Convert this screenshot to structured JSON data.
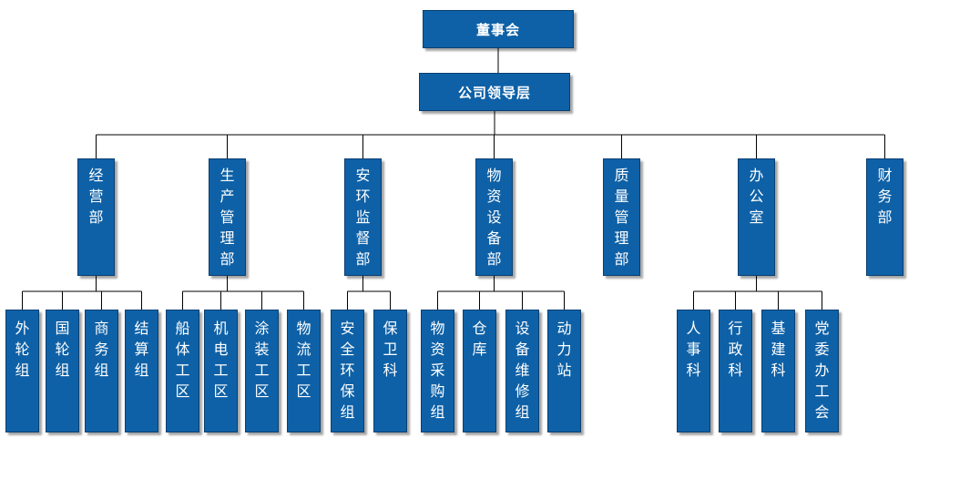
{
  "nodes": [
    {
      "id": "board",
      "label": "董事会"
    },
    {
      "id": "leadership",
      "label": "公司领导层"
    },
    {
      "id": "d1",
      "label": "经营部"
    },
    {
      "id": "d2",
      "label": "生产管理部"
    },
    {
      "id": "d3",
      "label": "安环监督部"
    },
    {
      "id": "d4",
      "label": "物资设备部"
    },
    {
      "id": "d5",
      "label": "质量管理部"
    },
    {
      "id": "d6",
      "label": "办公室"
    },
    {
      "id": "d7",
      "label": "财务部"
    },
    {
      "id": "s1",
      "label": "外轮组"
    },
    {
      "id": "s2",
      "label": "国轮组"
    },
    {
      "id": "s3",
      "label": "商务组"
    },
    {
      "id": "s4",
      "label": "结算组"
    },
    {
      "id": "s5",
      "label": "船体工区"
    },
    {
      "id": "s6",
      "label": "机电工区"
    },
    {
      "id": "s7",
      "label": "涂装工区"
    },
    {
      "id": "s8",
      "label": "物流工区"
    },
    {
      "id": "s9",
      "label": "安全环保组"
    },
    {
      "id": "s10",
      "label": "保卫科"
    },
    {
      "id": "s11",
      "label": "物资采购组"
    },
    {
      "id": "s12",
      "label": "仓库"
    },
    {
      "id": "s13",
      "label": "设备维修组"
    },
    {
      "id": "s14",
      "label": "动力站"
    },
    {
      "id": "s15",
      "label": "人事科"
    },
    {
      "id": "s16",
      "label": "行政科"
    },
    {
      "id": "s17",
      "label": "基建科"
    },
    {
      "id": "s18",
      "label": "党委办工会"
    }
  ],
  "edges": [
    [
      "board",
      "leadership"
    ],
    [
      "leadership",
      "d1"
    ],
    [
      "leadership",
      "d2"
    ],
    [
      "leadership",
      "d3"
    ],
    [
      "leadership",
      "d4"
    ],
    [
      "leadership",
      "d5"
    ],
    [
      "leadership",
      "d6"
    ],
    [
      "leadership",
      "d7"
    ],
    [
      "d1",
      "s1"
    ],
    [
      "d1",
      "s2"
    ],
    [
      "d1",
      "s3"
    ],
    [
      "d1",
      "s4"
    ],
    [
      "d2",
      "s5"
    ],
    [
      "d2",
      "s6"
    ],
    [
      "d2",
      "s7"
    ],
    [
      "d2",
      "s8"
    ],
    [
      "d3",
      "s9"
    ],
    [
      "d3",
      "s10"
    ],
    [
      "d4",
      "s11"
    ],
    [
      "d4",
      "s12"
    ],
    [
      "d4",
      "s13"
    ],
    [
      "d4",
      "s14"
    ],
    [
      "d6",
      "s15"
    ],
    [
      "d6",
      "s16"
    ],
    [
      "d6",
      "s17"
    ],
    [
      "d6",
      "s18"
    ]
  ],
  "colors": {
    "box_fill": "#0e61a7",
    "box_border": "#0a3f70",
    "text": "#ffffff",
    "line": "#000000"
  }
}
